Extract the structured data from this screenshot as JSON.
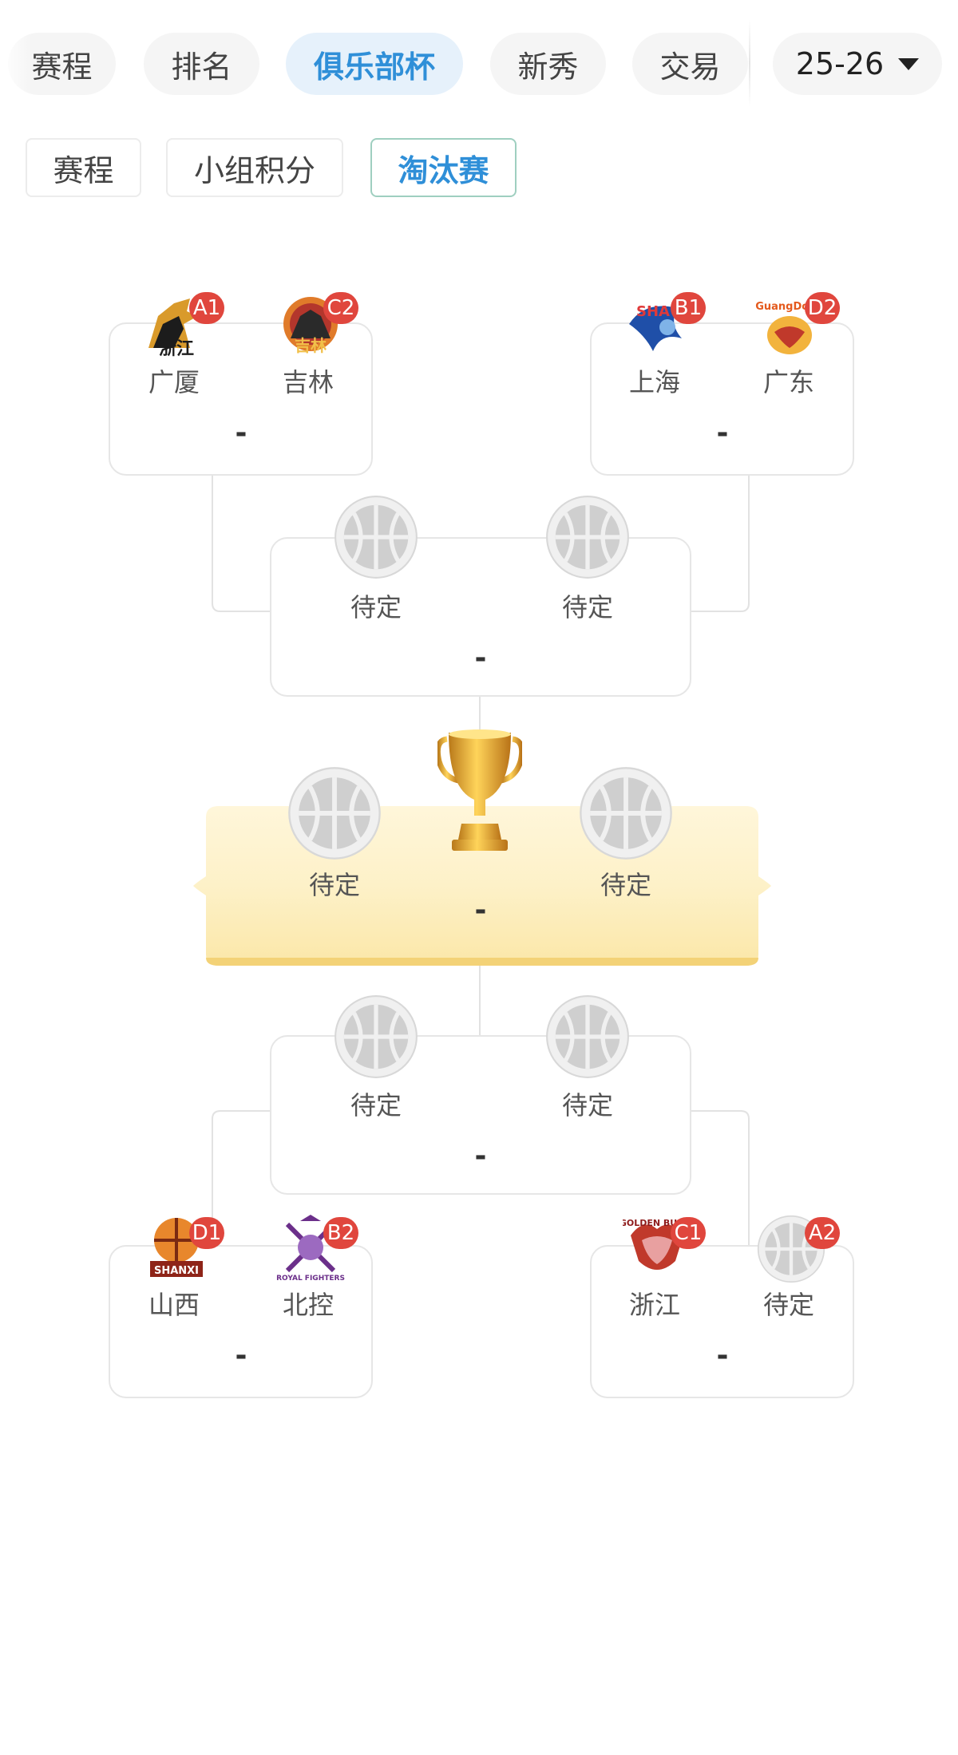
{
  "top_tabs": [
    "赛程",
    "排名",
    "俱乐部杯",
    "新秀",
    "交易"
  ],
  "top_tab_active": "俱乐部杯",
  "season": "25-26",
  "sub_tabs": [
    "赛程",
    "小组积分",
    "淘汰赛"
  ],
  "sub_tab_active": "淘汰赛",
  "bracket": {
    "quarter_top_left": {
      "team1": {
        "name": "广厦",
        "seed": "A1"
      },
      "team2": {
        "name": "吉林",
        "seed": "C2"
      },
      "score": "-"
    },
    "quarter_top_right": {
      "team1": {
        "name": "上海",
        "seed": "B1"
      },
      "team2": {
        "name": "广东",
        "seed": "D2"
      },
      "score": "-"
    },
    "semi_top": {
      "team1": "待定",
      "team2": "待定",
      "score": "-"
    },
    "final": {
      "team1": "待定",
      "team2": "待定",
      "score": "-"
    },
    "semi_bottom": {
      "team1": "待定",
      "team2": "待定",
      "score": "-"
    },
    "quarter_bottom_left": {
      "team1": {
        "name": "山西",
        "seed": "D1"
      },
      "team2": {
        "name": "北控",
        "seed": "B2"
      },
      "score": "-"
    },
    "quarter_bottom_right": {
      "team1": {
        "name": "浙江",
        "seed": "C1"
      },
      "team2": {
        "name": "待定",
        "seed": "A2"
      },
      "score": "-"
    }
  },
  "logo_text": {
    "guangsha": "浙江",
    "jilin": "吉林",
    "shanghai": "SHA",
    "guangdong": "GuangDong",
    "shanxi": "SHANXI",
    "zhejiang": "GOLDEN BULLS",
    "beikong": "ROYAL FIGHTERS"
  },
  "icons": {
    "pending_team": "basketball-icon",
    "final": "trophy-icon",
    "dropdown": "caret-down-icon"
  },
  "colors": {
    "accent": "#2f8fd8",
    "seed_badge": "#e0463d",
    "final_banner": "#fdf1c8"
  }
}
